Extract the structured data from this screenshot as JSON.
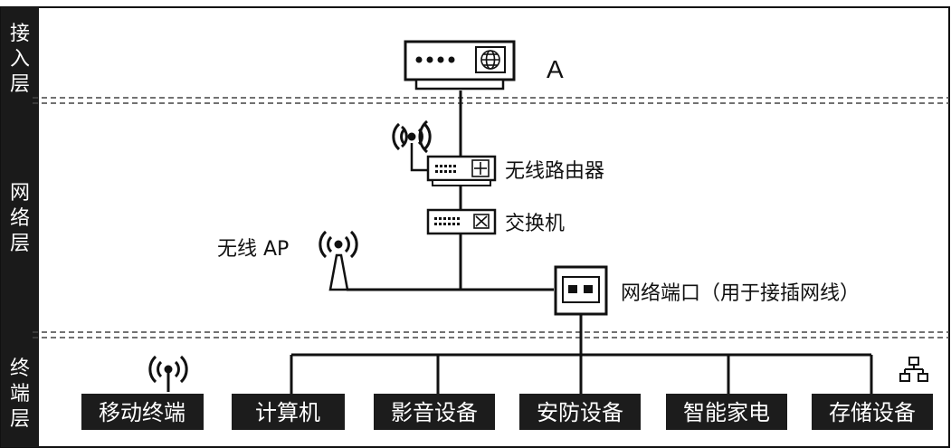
{
  "layers": {
    "access": "接入层",
    "network": "网络层",
    "terminal": "终端层"
  },
  "devices": {
    "modem_label": "A",
    "router_label": "无线路由器",
    "switch_label": "交换机",
    "ap_label": "无线 AP",
    "port_label": "网络端口（用于接插网线）"
  },
  "terminals": [
    "移动终端",
    "计算机",
    "影音设备",
    "安防设备",
    "智能家电",
    "存储设备"
  ],
  "colors": {
    "sidebar": "#1a1a1a",
    "box": "#1c1c1c",
    "line": "#111111",
    "dash": "#444444"
  }
}
